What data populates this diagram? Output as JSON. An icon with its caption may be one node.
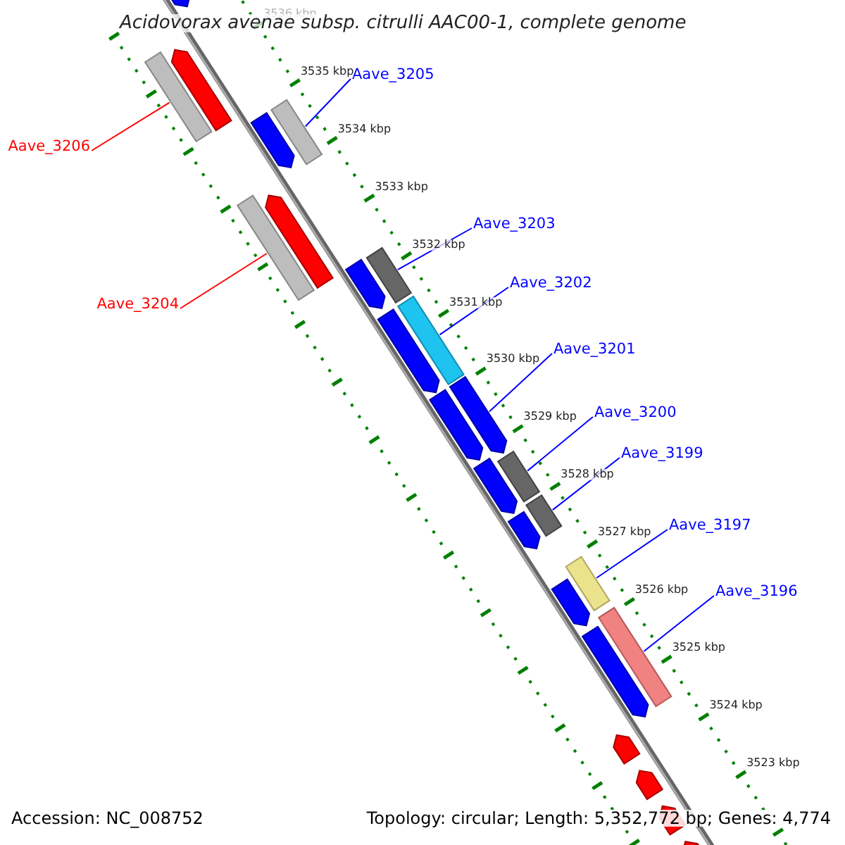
{
  "diagram": {
    "title": "Acidovorax avenae subsp. citrulli AAC00-1, complete genome",
    "nodes": [
      {
        "text": [
          "Aave_3205"
        ]
      },
      {
        "text": [],
        "shape": "bar"
      },
      {
        "text": [
          "Aave_3206"
        ]
      },
      {
        "text": [],
        "shape": "bar"
      },
      {
        "text": [
          "Aave_3203"
        ]
      },
      {
        "text": [],
        "shape": "bar"
      },
      {
        "text": [
          "Aave_3202"
        ]
      },
      {
        "text": [],
        "shape": "bar"
      },
      {
        "text": [
          "Aave_3204"
        ]
      },
      {
        "text": [],
        "shape": "bar"
      },
      {
        "text": [
          "Aave_3201"
        ]
      },
      {
        "text": [],
        "shape": "arrow"
      },
      {
        "text": [
          "Aave_3200"
        ]
      },
      {
        "text": [],
        "shape": "bar"
      },
      {
        "text": [
          "Aave_3199"
        ]
      },
      {
        "text": [],
        "shape": "bar"
      },
      {
        "text": [
          "Aave_3197"
        ]
      },
      {
        "text": [],
        "shape": "bar"
      },
      {
        "text": [
          "Aave_3196"
        ]
      },
      {
        "text": [],
        "shape": "bar"
      }
    ],
    "edges": [
      {
        "from": 0,
        "to": 1,
        "arrow": "none"
      },
      {
        "from": 2,
        "to": 3,
        "arrow": "none",
        "color": "#ff0000"
      },
      {
        "from": 4,
        "to": 5,
        "arrow": "none"
      },
      {
        "from": 6,
        "to": 7,
        "arrow": "none"
      },
      {
        "from": 8,
        "to": 9,
        "arrow": "none",
        "color": "#ff0000"
      },
      {
        "from": 10,
        "to": 11,
        "arrow": "none"
      },
      {
        "from": 12,
        "to": 13,
        "arrow": "none"
      },
      {
        "from": 14,
        "to": 15,
        "arrow": "none"
      },
      {
        "from": 16,
        "to": 17,
        "arrow": "none"
      },
      {
        "from": 18,
        "to": 19,
        "arrow": "none"
      }
    ],
    "labels": [
      "3536 kbp",
      "3535 kbp",
      "3534 kbp",
      "3533 kbp",
      "3532 kbp",
      "3531 kbp",
      "3530 kbp",
      "3529 kbp",
      "3528 kbp",
      "3527 kbp",
      "3526 kbp",
      "3525 kbp",
      "3524 kbp",
      "3523 kbp",
      "Accession: NC_008752",
      "Topology: circular; Length: 5,352,772 bp; Genes: 4,774"
    ]
  }
}
